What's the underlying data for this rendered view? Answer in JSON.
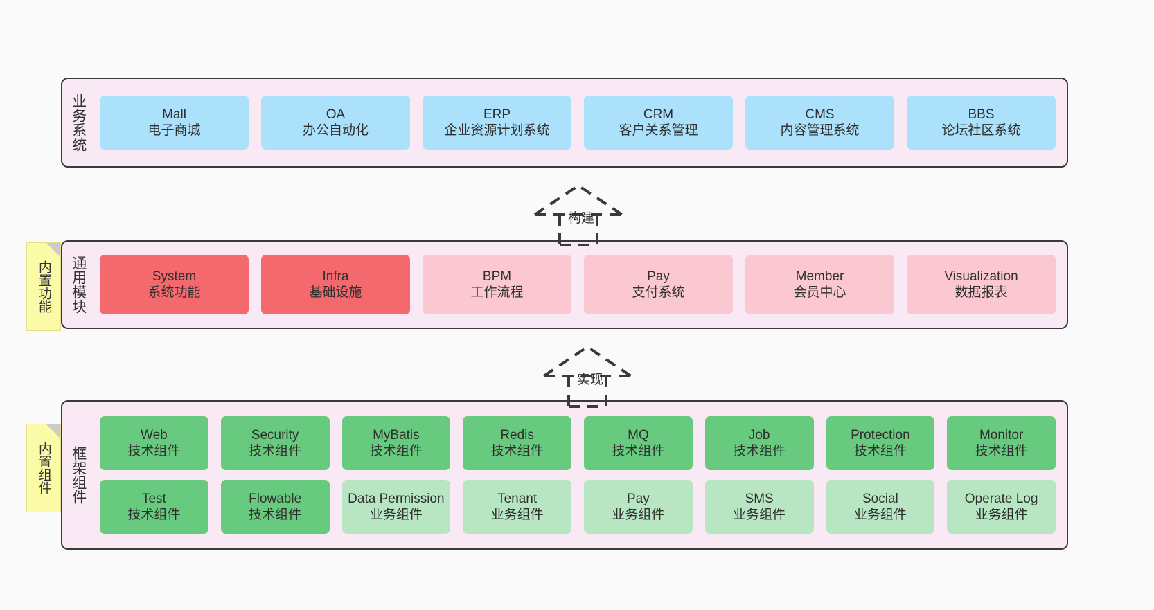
{
  "diagram": {
    "title": "Architecture layers",
    "background_color": "#fafafa",
    "layer_border_color": "#3a3a3a",
    "layer_background_color": "#f8e9f4"
  },
  "layers": [
    {
      "id": "business-system",
      "title": "业务系统",
      "cards": [
        {
          "en": "Mall",
          "cn": "电子商城",
          "color": "#ace1fb"
        },
        {
          "en": "OA",
          "cn": "办公自动化",
          "color": "#ace1fb"
        },
        {
          "en": "ERP",
          "cn": "企业资源计划系统",
          "color": "#ace1fb"
        },
        {
          "en": "CRM",
          "cn": "客户关系管理",
          "color": "#ace1fb"
        },
        {
          "en": "CMS",
          "cn": "内容管理系统",
          "color": "#ace1fb"
        },
        {
          "en": "BBS",
          "cn": "论坛社区系统",
          "color": "#ace1fb"
        }
      ]
    },
    {
      "id": "common-module",
      "title": "通用模块",
      "sticky_label": "内置功能",
      "sticky_color": "#fbfaa6",
      "cards": [
        {
          "en": "System",
          "cn": "系统功能",
          "color": "#f4696e"
        },
        {
          "en": "Infra",
          "cn": "基础设施",
          "color": "#f4696e"
        },
        {
          "en": "BPM",
          "cn": "工作流程",
          "color": "#fbc8d2"
        },
        {
          "en": "Pay",
          "cn": "支付系统",
          "color": "#fbc8d2"
        },
        {
          "en": "Member",
          "cn": "会员中心",
          "color": "#fbc8d2"
        },
        {
          "en": "Visualization",
          "cn": "数据报表",
          "color": "#fbc8d2"
        }
      ]
    },
    {
      "id": "framework-component",
      "title": "框架组件",
      "sticky_label": "内置组件",
      "sticky_color": "#fbfaa6",
      "rows": [
        [
          {
            "en": "Web",
            "cn": "技术组件",
            "color": "#68ca7e"
          },
          {
            "en": "Security",
            "cn": "技术组件",
            "color": "#68ca7e"
          },
          {
            "en": "MyBatis",
            "cn": "技术组件",
            "color": "#68ca7e"
          },
          {
            "en": "Redis",
            "cn": "技术组件",
            "color": "#68ca7e"
          },
          {
            "en": "MQ",
            "cn": "技术组件",
            "color": "#68ca7e"
          },
          {
            "en": "Job",
            "cn": "技术组件",
            "color": "#68ca7e"
          },
          {
            "en": "Protection",
            "cn": "技术组件",
            "color": "#68ca7e"
          },
          {
            "en": "Monitor",
            "cn": "技术组件",
            "color": "#68ca7e"
          }
        ],
        [
          {
            "en": "Test",
            "cn": "技术组件",
            "color": "#68ca7e"
          },
          {
            "en": "Flowable",
            "cn": "技术组件",
            "color": "#68ca7e"
          },
          {
            "en": "Data Permission",
            "cn": "业务组件",
            "color": "#b8e6c3"
          },
          {
            "en": "Tenant",
            "cn": "业务组件",
            "color": "#b8e6c3"
          },
          {
            "en": "Pay",
            "cn": "业务组件",
            "color": "#b8e6c3"
          },
          {
            "en": "SMS",
            "cn": "业务组件",
            "color": "#b8e6c3"
          },
          {
            "en": "Social",
            "cn": "业务组件",
            "color": "#b8e6c3"
          },
          {
            "en": "Operate Log",
            "cn": "业务组件",
            "color": "#b8e6c3"
          }
        ]
      ]
    }
  ],
  "connectors": [
    {
      "id": "build",
      "label": "构建",
      "style": "dashed-hollow-arrow-up"
    },
    {
      "id": "implement",
      "label": "实现",
      "style": "dashed-hollow-arrow-up"
    }
  ]
}
